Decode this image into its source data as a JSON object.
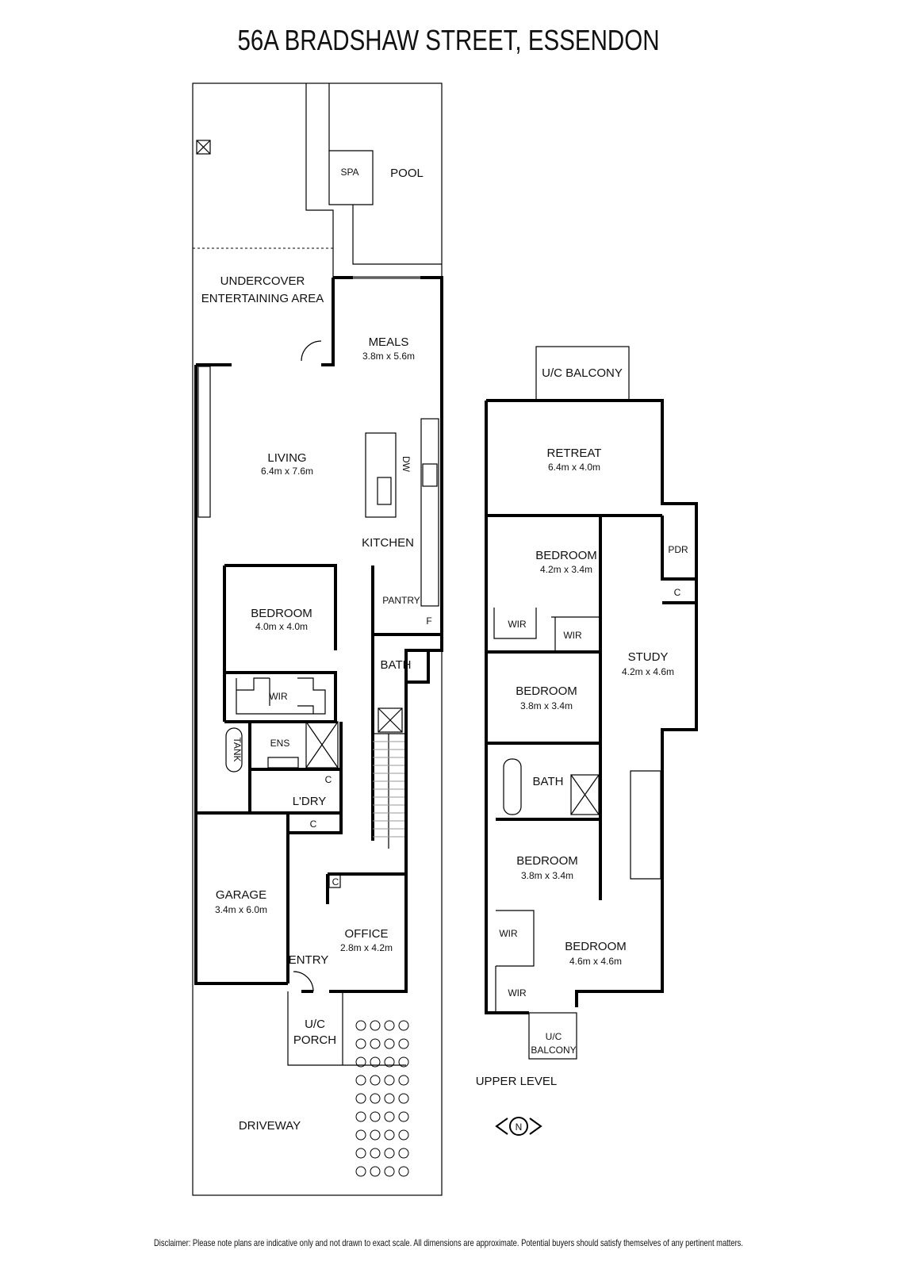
{
  "title": "56A BRADSHAW STREET, ESSENDON",
  "disclaimer": "Disclaimer: Please note plans are indicative only and not drawn to exact scale. All dimensions are approximate. Potential buyers should satisfy themselves of any pertinent matters.",
  "ground": {
    "spa": "SPA",
    "pool": "POOL",
    "undercover_1": "UNDERCOVER",
    "undercover_2": "ENTERTAINING AREA",
    "meals": {
      "name": "MEALS",
      "dims": "3.8m x 5.6m"
    },
    "living": {
      "name": "LIVING",
      "dims": "6.4m x 7.6m"
    },
    "dw": "DW",
    "kitchen": "KITCHEN",
    "pantry": "PANTRY",
    "fridge": "F",
    "bedroom": {
      "name": "BEDROOM",
      "dims": "4.0m x 4.0m"
    },
    "bath": "BATH",
    "wir": "WIR",
    "ens": "ENS",
    "tank": "TANK",
    "c1": "C",
    "laundry": "L'DRY",
    "c2": "C",
    "c3": "C",
    "garage": {
      "name": "GARAGE",
      "dims": "3.4m x 6.0m"
    },
    "office": {
      "name": "OFFICE",
      "dims": "2.8m x 4.2m"
    },
    "entry": "ENTRY",
    "porch_1": "U/C",
    "porch_2": "PORCH",
    "driveway": "DRIVEWAY"
  },
  "upper": {
    "balcony_top": "U/C BALCONY",
    "retreat": {
      "name": "RETREAT",
      "dims": "6.4m x 4.0m"
    },
    "bedroom1": {
      "name": "BEDROOM",
      "dims": "4.2m x 3.4m"
    },
    "pdr": "PDR",
    "c": "C",
    "wir1": "WIR",
    "wir2": "WIR",
    "study": {
      "name": "STUDY",
      "dims": "4.2m x 4.6m"
    },
    "bedroom2": {
      "name": "BEDROOM",
      "dims": "3.8m x 3.4m"
    },
    "bath": "BATH",
    "bedroom3": {
      "name": "BEDROOM",
      "dims": "3.8m x 3.4m"
    },
    "wir3": "WIR",
    "bedroom4": {
      "name": "BEDROOM",
      "dims": "4.6m x 4.6m"
    },
    "wir4": "WIR",
    "balcony_bottom_1": "U/C",
    "balcony_bottom_2": "BALCONY",
    "level_label": "UPPER LEVEL"
  },
  "compass": "N"
}
